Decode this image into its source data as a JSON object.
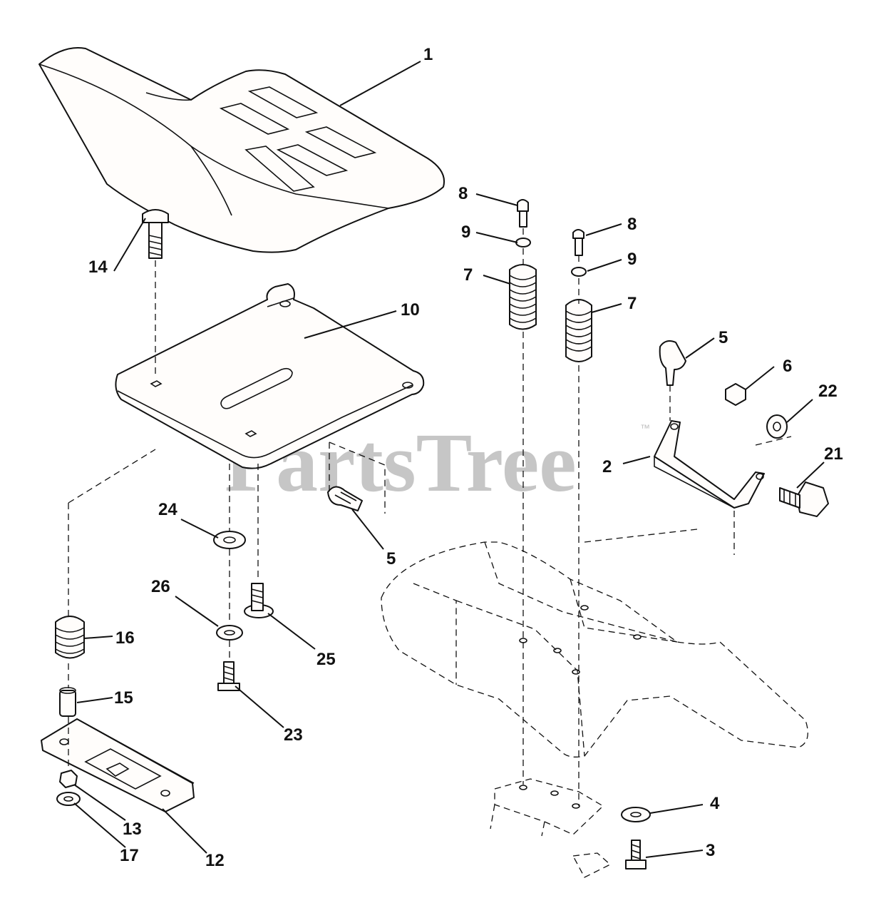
{
  "watermark": {
    "text": "PartsTree",
    "trademark": "™"
  },
  "callouts": [
    {
      "id": "c1",
      "label": "1"
    },
    {
      "id": "c8a",
      "label": "8"
    },
    {
      "id": "c8b",
      "label": "8"
    },
    {
      "id": "c9a",
      "label": "9"
    },
    {
      "id": "c9b",
      "label": "9"
    },
    {
      "id": "c7a",
      "label": "7"
    },
    {
      "id": "c7b",
      "label": "7"
    },
    {
      "id": "c14",
      "label": "14"
    },
    {
      "id": "c10",
      "label": "10"
    },
    {
      "id": "c5a",
      "label": "5"
    },
    {
      "id": "c5b",
      "label": "5"
    },
    {
      "id": "c6",
      "label": "6"
    },
    {
      "id": "c22",
      "label": "22"
    },
    {
      "id": "c2",
      "label": "2"
    },
    {
      "id": "c21",
      "label": "21"
    },
    {
      "id": "c24",
      "label": "24"
    },
    {
      "id": "c26",
      "label": "26"
    },
    {
      "id": "c25",
      "label": "25"
    },
    {
      "id": "c16",
      "label": "16"
    },
    {
      "id": "c15",
      "label": "15"
    },
    {
      "id": "c23",
      "label": "23"
    },
    {
      "id": "c13",
      "label": "13"
    },
    {
      "id": "c17",
      "label": "17"
    },
    {
      "id": "c12",
      "label": "12"
    },
    {
      "id": "c4",
      "label": "4"
    },
    {
      "id": "c3",
      "label": "3"
    }
  ],
  "colors": {
    "line": "#111111",
    "watermark": "#bdbdbd",
    "background": "#ffffff"
  }
}
